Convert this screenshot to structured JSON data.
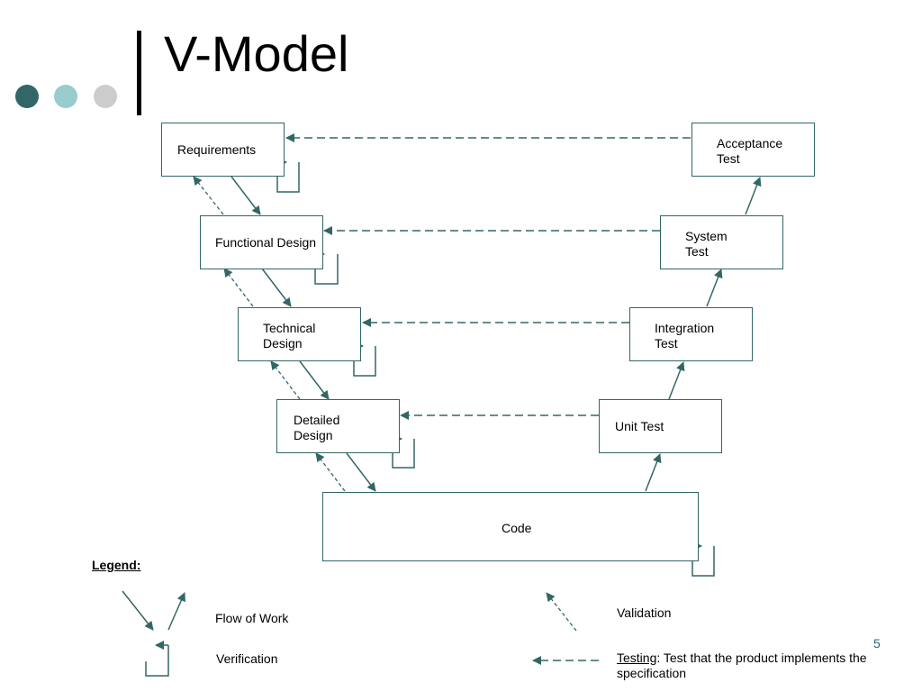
{
  "slide": {
    "title": "V-Model",
    "page_number": "5",
    "decor_colors": [
      "#336666",
      "#99CCCC",
      "#CCCCCC"
    ],
    "line_color": "#336666"
  },
  "diagram": {
    "left_boxes": [
      {
        "id": "requirements",
        "label": "Requirements"
      },
      {
        "id": "functional-design",
        "label": "Functional Design"
      },
      {
        "id": "technical-design",
        "label": "Technical\nDesign"
      },
      {
        "id": "detailed-design",
        "label": "Detailed\nDesign"
      }
    ],
    "bottom_box": {
      "id": "code",
      "label": "Code"
    },
    "right_boxes": [
      {
        "id": "acceptance-test",
        "label": "Acceptance\nTest"
      },
      {
        "id": "system-test",
        "label": "System\nTest"
      },
      {
        "id": "integration-test",
        "label": "Integration\nTest"
      },
      {
        "id": "unit-test",
        "label": "Unit Test"
      }
    ]
  },
  "legend": {
    "title": "Legend:",
    "flow_of_work": "Flow of Work",
    "verification": "Verification",
    "validation": "Validation",
    "testing_term": "Testing",
    "testing_desc": ":  Test that the product implements the  specification"
  }
}
